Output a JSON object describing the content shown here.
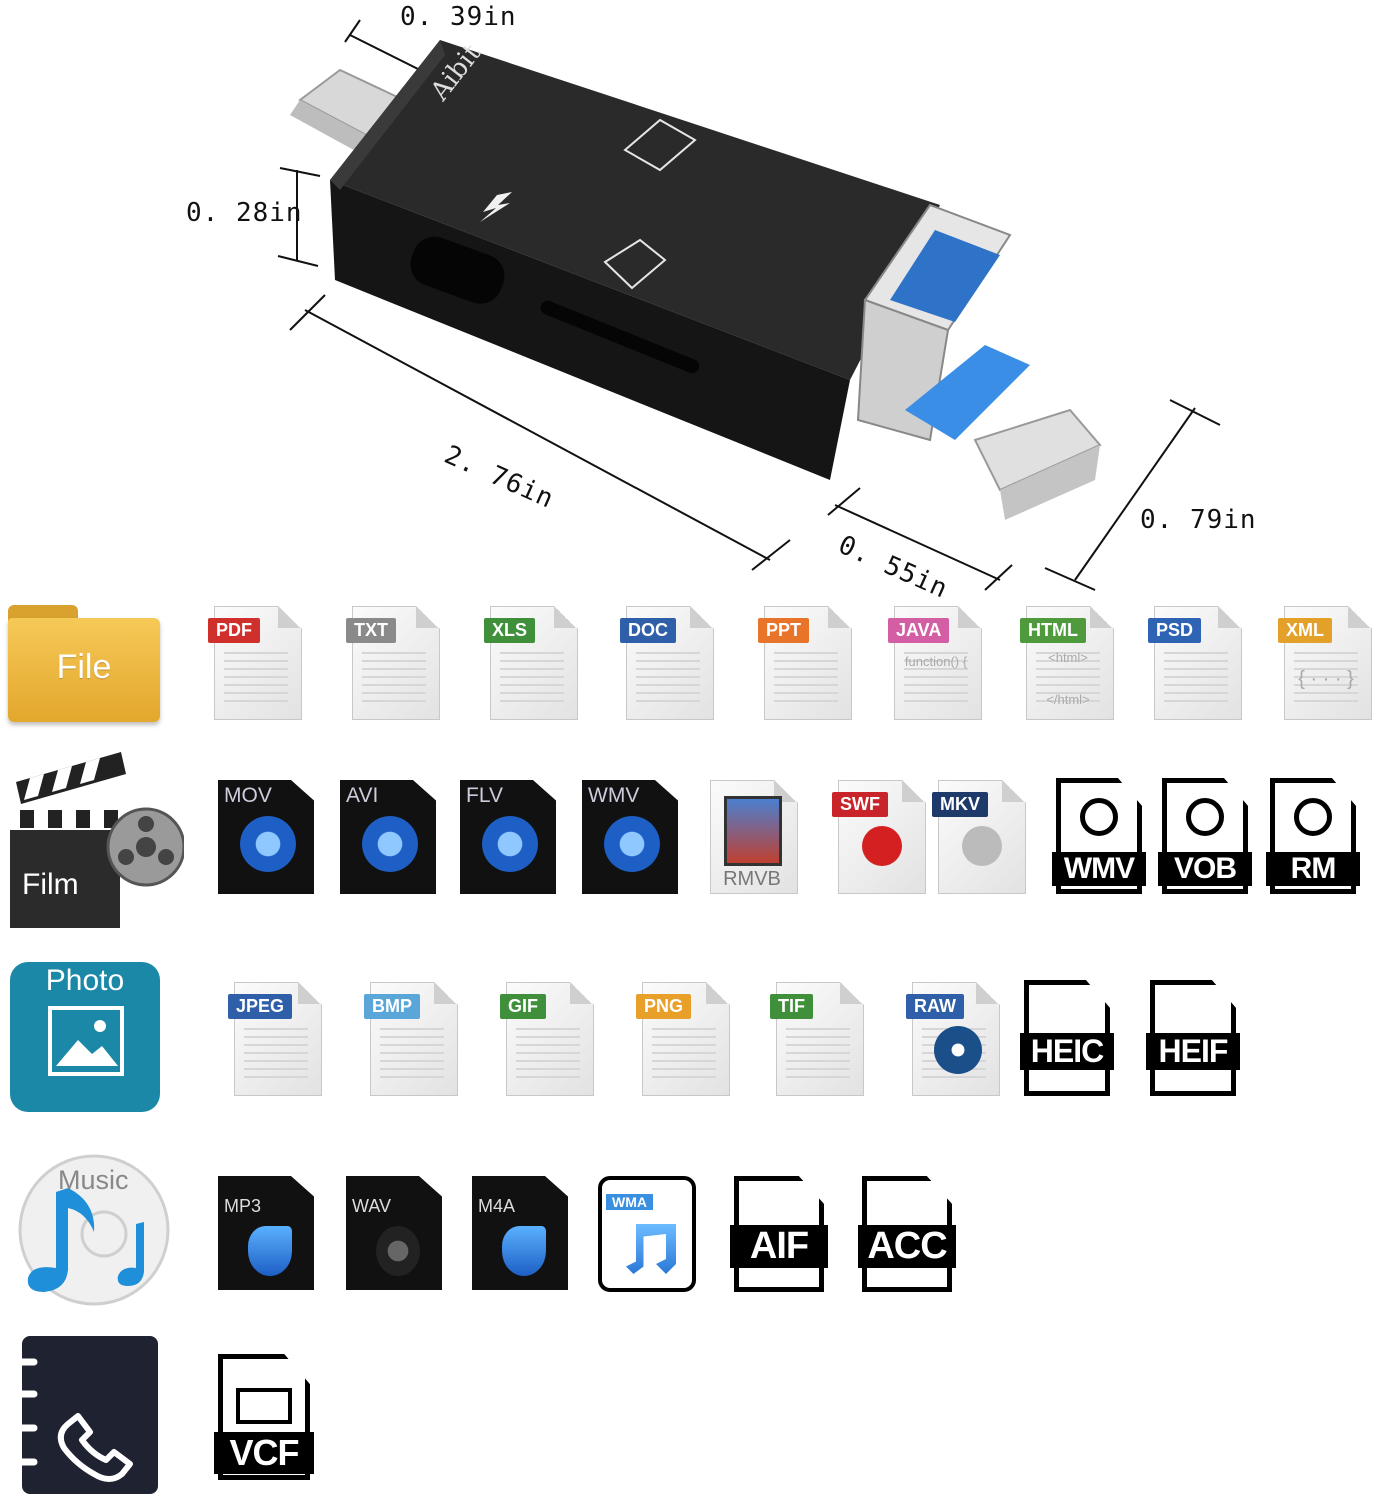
{
  "product": {
    "brand": "Aibit",
    "dimensions": {
      "top_width": "0. 39in",
      "height": "0. 28in",
      "length": "2. 76in",
      "connector_width": "0. 55in",
      "connector_height": "0. 79in"
    }
  },
  "categories": {
    "file": "File",
    "film": "Film",
    "photo": "Photo",
    "music": "Music"
  },
  "file_formats": [
    {
      "label": "PDF",
      "color": "#d0302b"
    },
    {
      "label": "TXT",
      "color": "#8a8a8a"
    },
    {
      "label": "XLS",
      "color": "#3f8f3b"
    },
    {
      "label": "DOC",
      "color": "#2e5fa8"
    },
    {
      "label": "PPT",
      "color": "#e8742a"
    },
    {
      "label": "JAVA",
      "color": "#d35ea3"
    },
    {
      "label": "HTML",
      "color": "#4f9a3c"
    },
    {
      "label": "PSD",
      "color": "#2f63b3"
    },
    {
      "label": "XML",
      "color": "#e3a12a"
    }
  ],
  "file_snippets": {
    "java": "function() {",
    "html_open": "<html>",
    "html_close": "</html>",
    "xml": "{ · · · }"
  },
  "video_formats": [
    "MOV",
    "AVI",
    "FLV",
    "WMV",
    "RMVB",
    "SWF",
    "MKV",
    "WMV",
    "VOB",
    "RM"
  ],
  "photo_formats": [
    {
      "label": "JPEG",
      "color": "#2e5fa8"
    },
    {
      "label": "BMP",
      "color": "#5aa6d8"
    },
    {
      "label": "GIF",
      "color": "#3f8f3b"
    },
    {
      "label": "PNG",
      "color": "#e8a02a"
    },
    {
      "label": "TIF",
      "color": "#3f8f3b"
    },
    {
      "label": "RAW",
      "color": "#2e5fa8"
    }
  ],
  "photo_formats_bw": [
    "HEIC",
    "HEIF"
  ],
  "audio_formats": [
    "MP3",
    "WAV",
    "M4A",
    "WMA",
    "AIF",
    "ACC"
  ],
  "contact_formats": [
    "VCF"
  ],
  "colors": {
    "accent_blue": "#3a8ee6",
    "device_black": "#1b1b1b",
    "photo_teal": "#1a88a6",
    "folder_yellow": "#f2c14e"
  }
}
